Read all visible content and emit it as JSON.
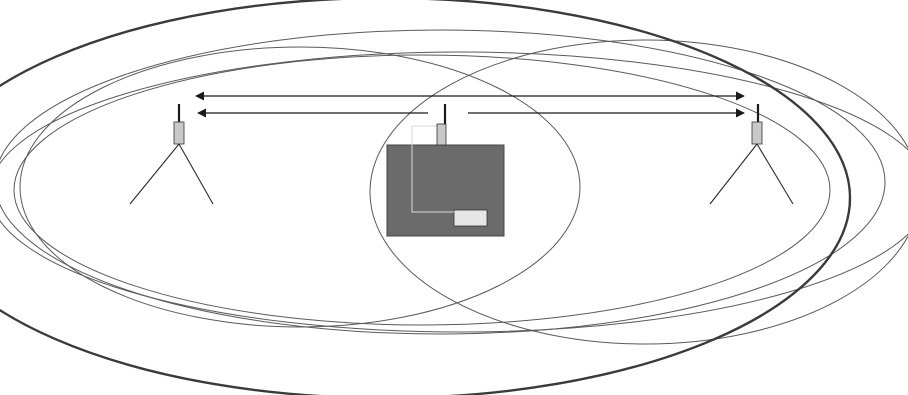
{
  "diagram": {
    "type": "wireless-coverage-diagram",
    "colors": {
      "background": "#ffffff",
      "ellipse_thin": "#5a5a5a",
      "ellipse_thick": "#3a3a3a",
      "arrow": "#1a1a1a",
      "tripod": "#2a2a2a",
      "antenna_tip": "#1a1a1a",
      "antenna_body": "#c8c8c8",
      "device_body": "#6b6b6b",
      "device_panel": "#e6e6e6"
    },
    "elements": {
      "left_station": {
        "icon": "tripod-antenna-icon"
      },
      "right_station": {
        "icon": "tripod-antenna-icon"
      },
      "center_device": {
        "icon": "router-device-icon"
      },
      "links": [
        {
          "from": "left-station",
          "to": "right-station"
        },
        {
          "from": "center-device",
          "to": "left-station"
        },
        {
          "from": "center-device",
          "to": "right-station"
        }
      ]
    }
  }
}
